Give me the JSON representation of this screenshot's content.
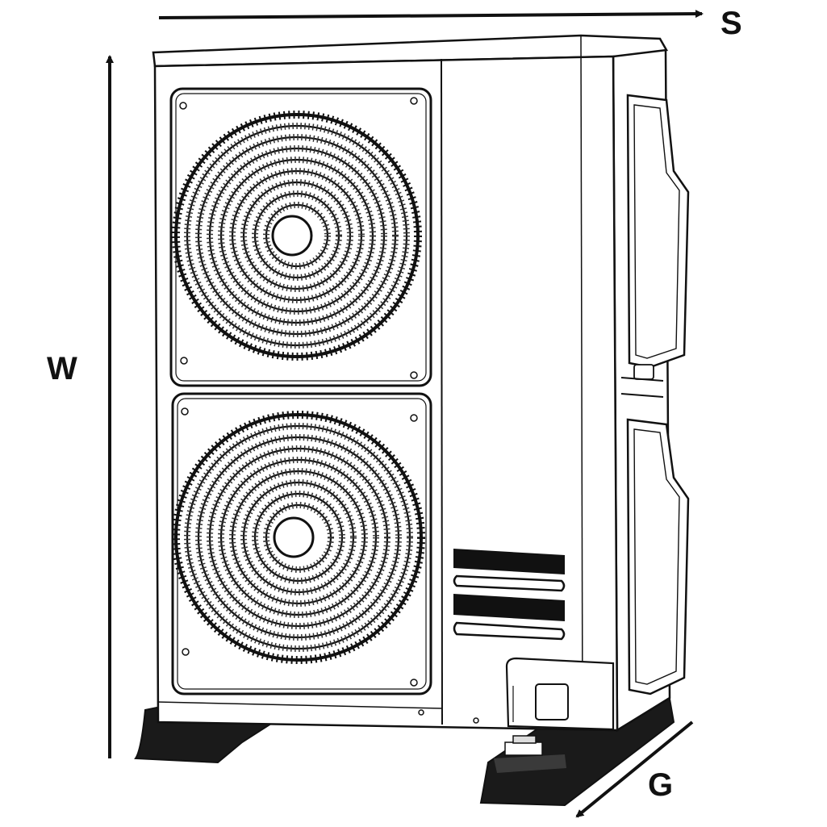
{
  "dimensions": {
    "width_label": "S",
    "height_label": "W",
    "depth_label": "G"
  },
  "unit": {
    "fan_count": 2,
    "vent_slots": 4,
    "colors": {
      "line": "#111111",
      "body": "#ffffff",
      "feet": "#1a1a1a"
    }
  }
}
